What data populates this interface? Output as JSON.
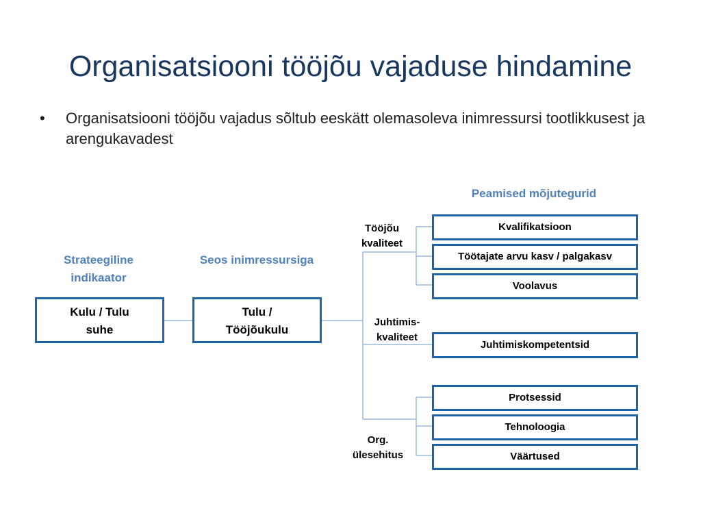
{
  "title": "Organisatsiooni tööjõu vajaduse hindamine",
  "bullet": "Organisatsiooni tööjõu vajadus sõltub eeskätt olemasoleva inimressursi tootlikkusest ja arengukavadest",
  "headers": {
    "strategic": "Strateegiline indikaator",
    "link": "Seos inimressursiga",
    "factors": "Peamised mõjutegurid"
  },
  "main_boxes": {
    "cost_income": "Kulu / Tulu suhe",
    "income_labor": "Tulu / Tööjõukulu"
  },
  "categories": {
    "labor_quality": "Tööjõu kvaliteet",
    "management_quality": "Juhtimis-kvaliteet",
    "org_structure": "Org. ülesehitus"
  },
  "factors": {
    "qualification": "Kvalifikatsioon",
    "staff_wage_growth": "Töötajate arvu kasv / palgakasv",
    "turnover": "Voolavus",
    "management_competence": "Juhtimiskompetentsid",
    "processes": "Protsessid",
    "technology": "Tehnoloogia",
    "values": "Väärtused"
  },
  "colors": {
    "title": "#17375e",
    "header": "#4f81bd",
    "box_border": "#1f64a8",
    "connector": "#9cb8d8"
  }
}
